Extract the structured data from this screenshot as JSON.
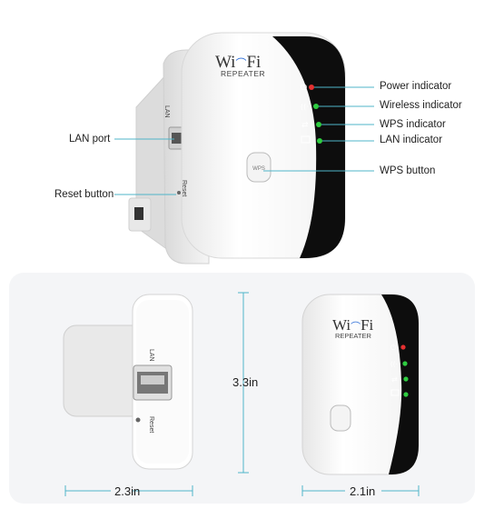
{
  "device": {
    "brand_wi": "Wi",
    "brand_fi": "Fi",
    "subtitle": "REPEATER",
    "port_lan": "LAN",
    "port_reset": "Reset"
  },
  "callouts": {
    "power": "Power indicator",
    "wireless": "Wireless indicator",
    "wps_ind": "WPS indicator",
    "lan_ind": "LAN indicator",
    "wps_button": "WPS button",
    "lan_port": "LAN port",
    "reset_button": "Reset button"
  },
  "dimensions": {
    "height": "3.3in",
    "width_side": "2.3in",
    "width_front": "2.1in"
  },
  "colors": {
    "accent_line": "#4fb5c9",
    "led_red": "#e53030",
    "led_green": "#2ecc40",
    "panel_black": "#0d0d0d"
  }
}
